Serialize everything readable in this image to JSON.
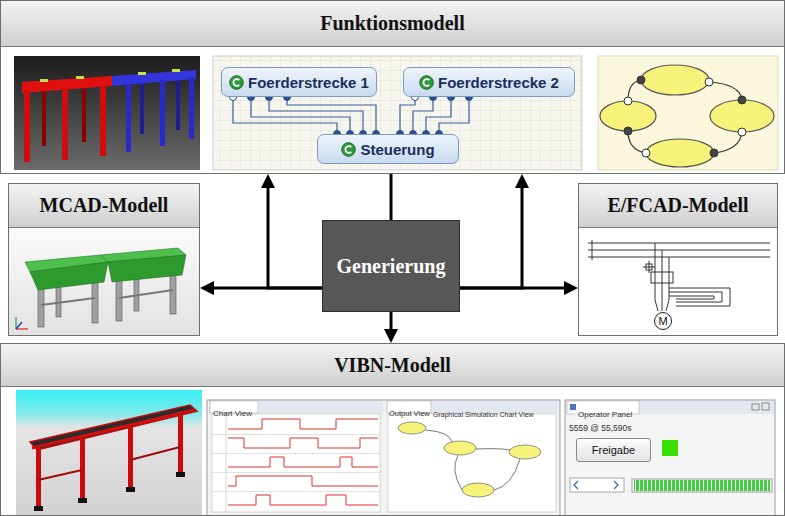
{
  "diagram": {
    "nodes": [
      {
        "text": [
          "Funktionsmodell"
        ]
      },
      {
        "text": [
          "Foerderstrecke 1"
        ],
        "in": 0
      },
      {
        "text": [
          "Foerderstrecke 2"
        ],
        "in": 0
      },
      {
        "text": [
          "Steuerung"
        ],
        "in": 0
      },
      {
        "text": [
          "MCAD-Modell"
        ]
      },
      {
        "text": [
          "Generierung"
        ]
      },
      {
        "text": [
          "E/FCAD-Modell"
        ]
      },
      {
        "text": [
          "M"
        ],
        "in": 6
      },
      {
        "text": [
          "VIBN-Modell"
        ]
      },
      {
        "text": [
          "Freigabe"
        ],
        "in": 8
      }
    ],
    "edges": [
      {
        "from": 1,
        "to": 3,
        "arrow": "none"
      },
      {
        "from": 1,
        "to": 3,
        "arrow": "none"
      },
      {
        "from": 1,
        "to": 3,
        "arrow": "none"
      },
      {
        "from": 1,
        "to": 3,
        "arrow": "none"
      },
      {
        "from": 2,
        "to": 3,
        "arrow": "none"
      },
      {
        "from": 2,
        "to": 3,
        "arrow": "none"
      },
      {
        "from": 2,
        "to": 3,
        "arrow": "none"
      },
      {
        "from": 2,
        "to": 3,
        "arrow": "none"
      },
      {
        "from": 0,
        "to": 5,
        "arrow": "none"
      },
      {
        "from": 5,
        "to": 4,
        "arrow": "to"
      },
      {
        "from": 5,
        "to": 0,
        "arrow": "to"
      },
      {
        "from": 5,
        "to": 6,
        "arrow": "to"
      },
      {
        "from": 5,
        "to": 0,
        "arrow": "to"
      },
      {
        "from": 5,
        "to": 8,
        "arrow": "to"
      }
    ],
    "labels": [
      "Chart View",
      "Output View",
      "Graphical Simulation Chart View",
      "Operator Panel",
      "5559 @ 55,590s"
    ]
  }
}
